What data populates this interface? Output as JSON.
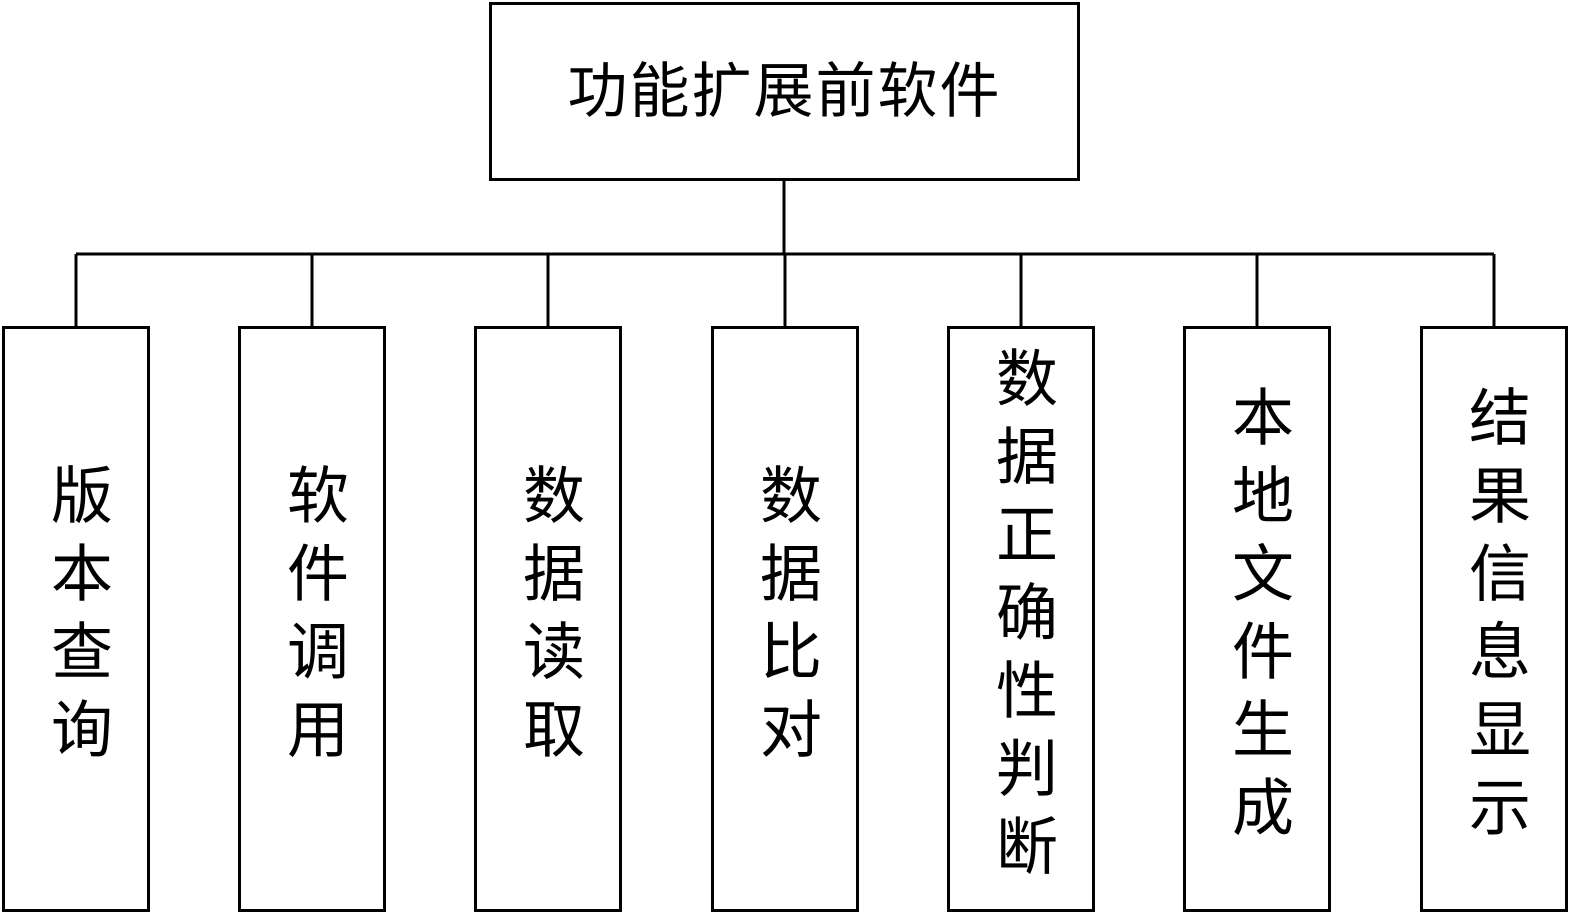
{
  "root": {
    "label": "功能扩展前软件"
  },
  "children": [
    {
      "label": "版本查询"
    },
    {
      "label": "软件调用"
    },
    {
      "label": "数据读取"
    },
    {
      "label": "数据比对"
    },
    {
      "label": "数据正确性判断"
    },
    {
      "label": "本地文件生成"
    },
    {
      "label": "结果信息显示"
    }
  ],
  "colors": {
    "line": "#000000",
    "background": "#ffffff"
  }
}
